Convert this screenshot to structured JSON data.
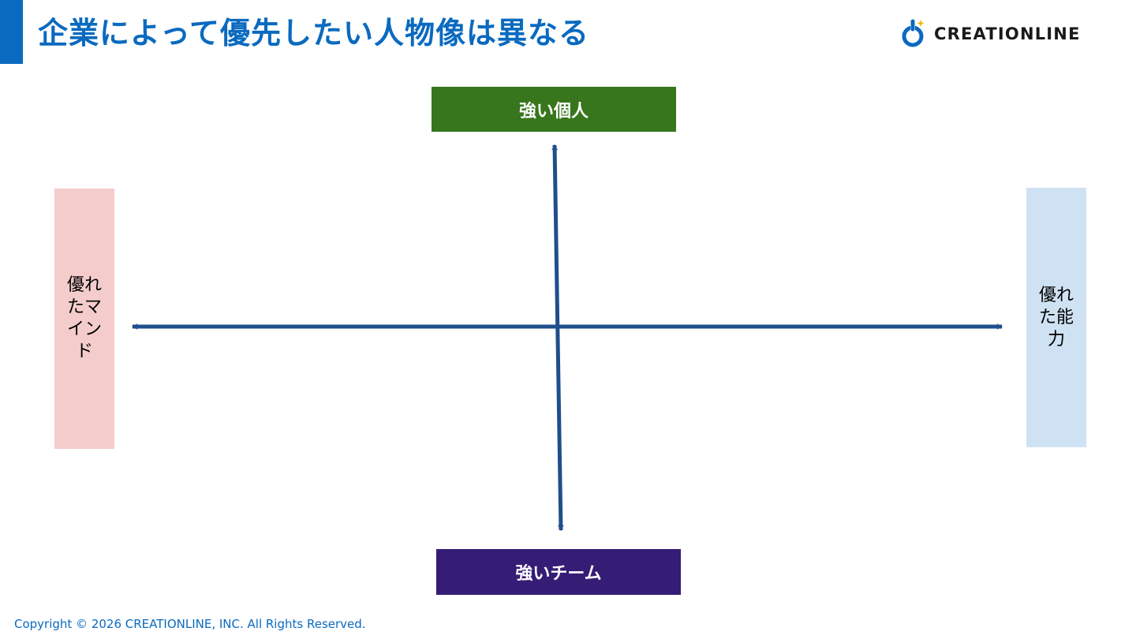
{
  "header": {
    "title": "企業によって優先したい人物像は異なる",
    "accent_color": "#0a6abf"
  },
  "logo": {
    "text": "CREATIONLINE",
    "icon": "creationline-logo-icon"
  },
  "diagram": {
    "top": {
      "label": "強い個人",
      "color": "#38761d"
    },
    "bottom": {
      "label": "強いチーム",
      "color": "#351c75"
    },
    "left": {
      "label": "優れたマインド",
      "color": "#f4cccc"
    },
    "right": {
      "label": "優れた能力",
      "color": "#cfe2f3"
    },
    "axis_color": "#1f4e8c"
  },
  "footer": {
    "copyright": "Copyright © 2026 CREATIONLINE, INC. All Rights Reserved."
  }
}
